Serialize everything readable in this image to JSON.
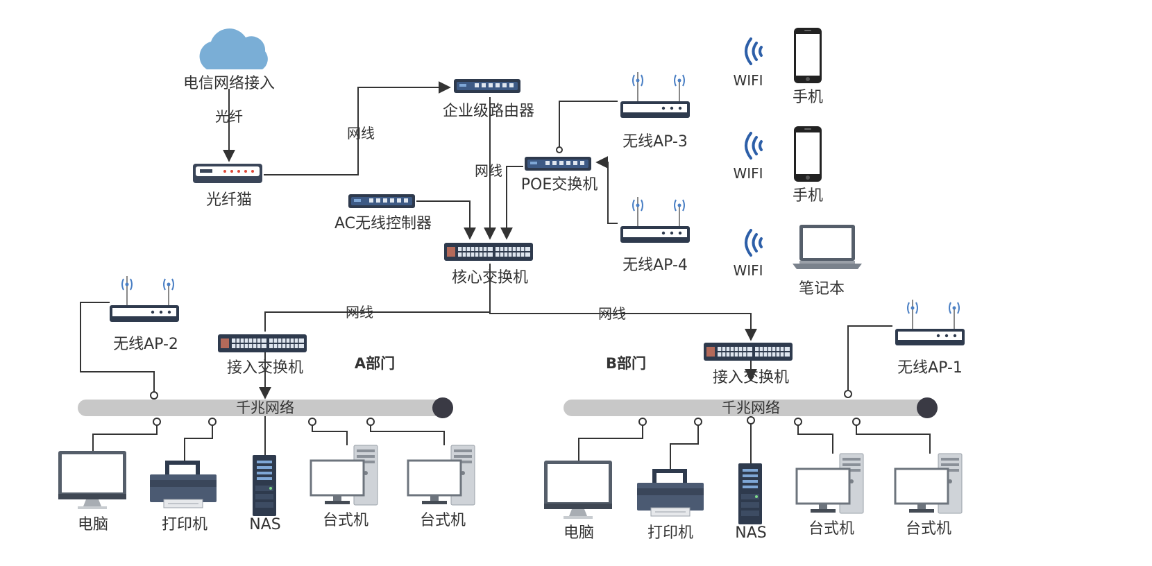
{
  "title": "",
  "labels": {
    "telecom": "电信网络接入",
    "fiber": "光纤",
    "modem": "光纤猫",
    "cable_router": "网线",
    "router": "企业级路由器",
    "cable_core": "网线",
    "poe": "POE交换机",
    "ac": "AC无线控制器",
    "core": "核心交换机",
    "ap3": "无线AP-3",
    "ap4": "无线AP-4",
    "wifi1": "WIFI",
    "wifi2": "WIFI",
    "wifi3": "WIFI",
    "phone1": "手机",
    "phone2": "手机",
    "laptop": "笔记本",
    "cable_a": "网线",
    "cable_b": "网线",
    "ap2": "无线AP-2",
    "ap1": "无线AP-1",
    "access_a": "接入交换机",
    "access_b": "接入交换机",
    "dept_a": "A部门",
    "dept_b": "B部门",
    "bus_a": "千兆网络",
    "bus_b": "千兆网络",
    "pc_a": "电脑",
    "printer_a": "打印机",
    "nas_a": "NAS",
    "desk_a1": "台式机",
    "desk_a2": "台式机",
    "pc_b": "电脑",
    "printer_b": "打印机",
    "nas_b": "NAS",
    "desk_b1": "台式机",
    "desk_b2": "台式机"
  },
  "colors": {
    "line": "#333333",
    "device_dark": "#2e3a4d",
    "device_mid": "#4a5a72",
    "port_blue": "#7fa7d6",
    "cloud": "#7aaed6",
    "wifi": "#2d5fa8",
    "bus": "#c8c8c8",
    "bus_end": "#3a3a44",
    "monitor": "#555e6a"
  }
}
